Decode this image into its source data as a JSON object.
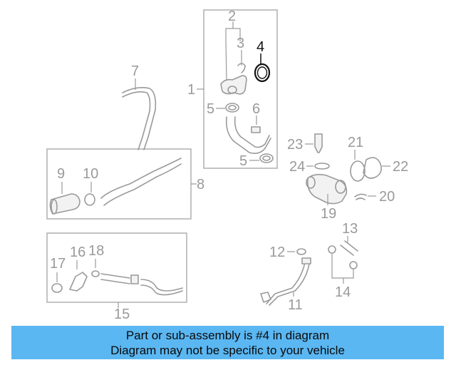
{
  "callouts": {
    "c1": "1",
    "c2": "2",
    "c3": "3",
    "c4": "4",
    "c5a": "5",
    "c5b": "5",
    "c6": "6",
    "c7": "7",
    "c8": "8",
    "c9": "9",
    "c10": "10",
    "c11": "11",
    "c12": "12",
    "c13": "13",
    "c14": "14",
    "c15": "15",
    "c16": "16",
    "c17": "17",
    "c18": "18",
    "c19": "19",
    "c20": "20",
    "c21": "21",
    "c22": "22",
    "c23": "23",
    "c24": "24"
  },
  "highlighted_part": "4",
  "colors": {
    "part_stroke": "#9a9a9a",
    "highlight": "#111111",
    "banner_bg": "#5ab7f2"
  },
  "banner": {
    "line1": "Part or sub-assembly is #4 in diagram",
    "line2": "Diagram may not be specific to your vehicle"
  }
}
